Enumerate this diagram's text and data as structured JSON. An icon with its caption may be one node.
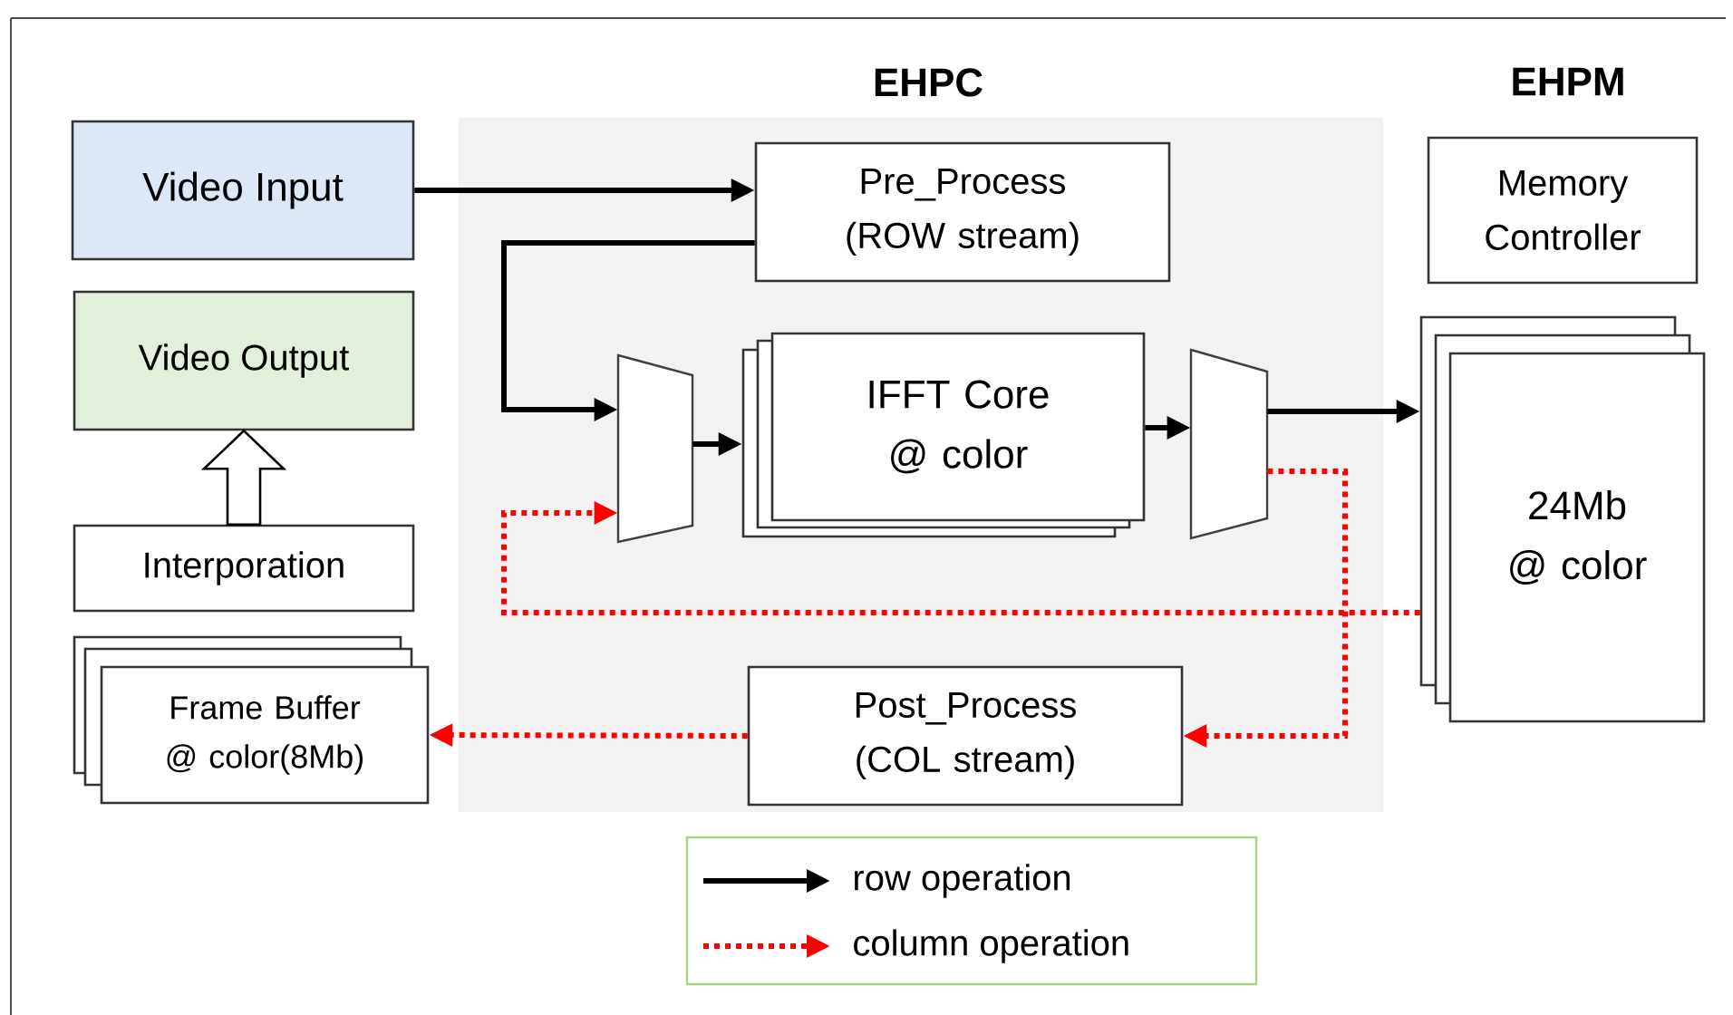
{
  "diagram": {
    "nodes": [
      {
        "text": [
          "EHPC"
        ]
      },
      {
        "text": [
          "Video Input"
        ]
      },
      {
        "text": [
          "Video Output"
        ]
      },
      {
        "text": [
          "Interporation"
        ]
      },
      {
        "text": [
          "Frame Buffer @ color(8Mb)"
        ]
      },
      {
        "text": [
          "Pre_Process (ROW stream)"
        ],
        "in": 0
      },
      {
        "text": [],
        "shape": "trapezoid",
        "in": 0
      },
      {
        "text": [
          "IFFT Core @ color"
        ],
        "in": 0
      },
      {
        "text": [],
        "shape": "trapezoid",
        "in": 0
      },
      {
        "text": [
          "Post_Process (COL stream)"
        ],
        "in": 0
      },
      {
        "text": [
          "Memory Controller"
        ]
      },
      {
        "text": [
          "24Mb @ color"
        ]
      }
    ],
    "edges": [
      {
        "from": 1,
        "to": 5,
        "arrow": "to"
      },
      {
        "from": 5,
        "to": 6,
        "arrow": "to"
      },
      {
        "from": 6,
        "to": 7,
        "arrow": "to"
      },
      {
        "from": 7,
        "to": 8,
        "arrow": "to"
      },
      {
        "from": 8,
        "to": 11,
        "arrow": "to"
      },
      {
        "from": 8,
        "to": 9,
        "arrow": "to",
        "style": "dashed",
        "color": "#ff0000"
      },
      {
        "from": 11,
        "to": 6,
        "arrow": "to",
        "style": "dashed",
        "color": "#ff0000"
      },
      {
        "from": 9,
        "to": 4,
        "arrow": "to",
        "style": "dashed",
        "color": "#ff0000"
      },
      {
        "from": 3,
        "to": 2,
        "arrow": "to"
      }
    ],
    "labels": [
      "EHPM"
    ],
    "legend": [
      {
        "text": "row operation"
      },
      {
        "text": "column operation"
      }
    ]
  }
}
